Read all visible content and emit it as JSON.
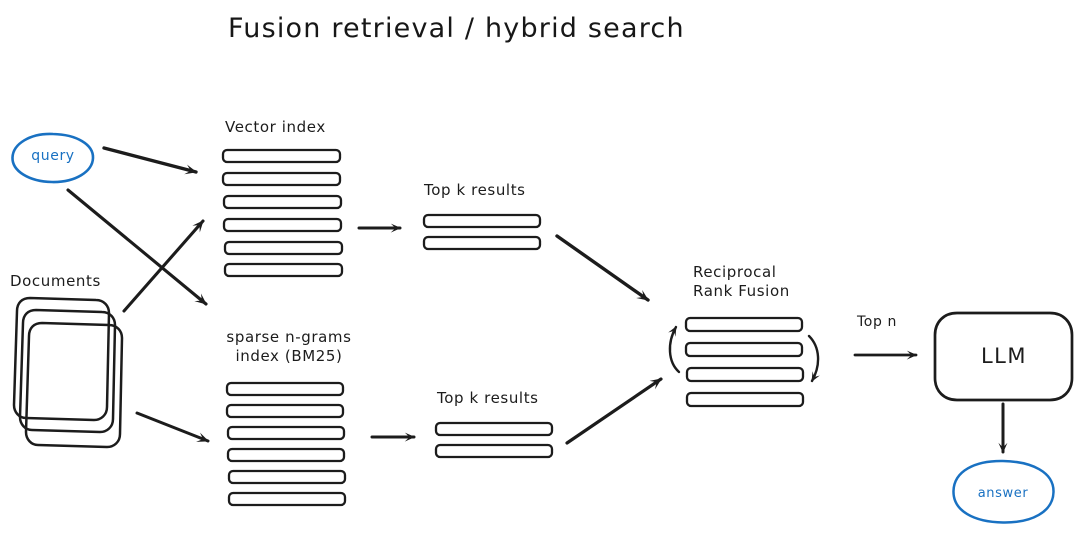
{
  "diagram": {
    "title": "Fusion retrieval / hybrid search",
    "style": {
      "background": "#ffffff",
      "ink": "#1c1c1c",
      "accent": "#1971c2"
    },
    "nodes": {
      "query": {
        "label": "query",
        "shape": "ellipse",
        "color": "#1971c2"
      },
      "documents": {
        "label": "Documents",
        "shape": "stacked-pages",
        "pages": 3
      },
      "vector_index": {
        "label": "Vector index",
        "shape": "bar-stack",
        "bars": 6
      },
      "sparse_index": {
        "label": "sparse n-grams index (BM25)",
        "shape": "bar-stack",
        "bars": 6
      },
      "topk_vector": {
        "label": "Top k results",
        "shape": "bar-stack",
        "bars": 2
      },
      "topk_sparse": {
        "label": "Top k results",
        "shape": "bar-stack",
        "bars": 2
      },
      "fusion": {
        "label": "Reciprocal Rank Fusion",
        "shape": "bar-stack",
        "bars": 4
      },
      "llm": {
        "label": "LLM",
        "shape": "rounded-box"
      },
      "answer": {
        "label": "answer",
        "shape": "ellipse",
        "color": "#1971c2"
      }
    },
    "edges": [
      {
        "from": "query",
        "to": "vector_index",
        "label": ""
      },
      {
        "from": "query",
        "to": "sparse_index",
        "label": ""
      },
      {
        "from": "documents",
        "to": "vector_index",
        "label": ""
      },
      {
        "from": "documents",
        "to": "sparse_index",
        "label": ""
      },
      {
        "from": "vector_index",
        "to": "topk_vector",
        "label": ""
      },
      {
        "from": "sparse_index",
        "to": "topk_sparse",
        "label": ""
      },
      {
        "from": "topk_vector",
        "to": "fusion",
        "label": ""
      },
      {
        "from": "topk_sparse",
        "to": "fusion",
        "label": ""
      },
      {
        "from": "fusion",
        "to": "llm",
        "label": "Top n"
      },
      {
        "from": "llm",
        "to": "answer",
        "label": ""
      }
    ],
    "labels": {
      "vector_index": "Vector index",
      "sparse_index_line1": "sparse n-grams",
      "sparse_index_line2": "index (BM25)",
      "documents": "Documents",
      "topk_vector": "Top k results",
      "topk_sparse": "Top k results",
      "fusion_line1": "Reciprocal",
      "fusion_line2": "Rank Fusion",
      "topn": "Top n",
      "llm": "LLM",
      "query": "query",
      "answer": "answer"
    }
  }
}
